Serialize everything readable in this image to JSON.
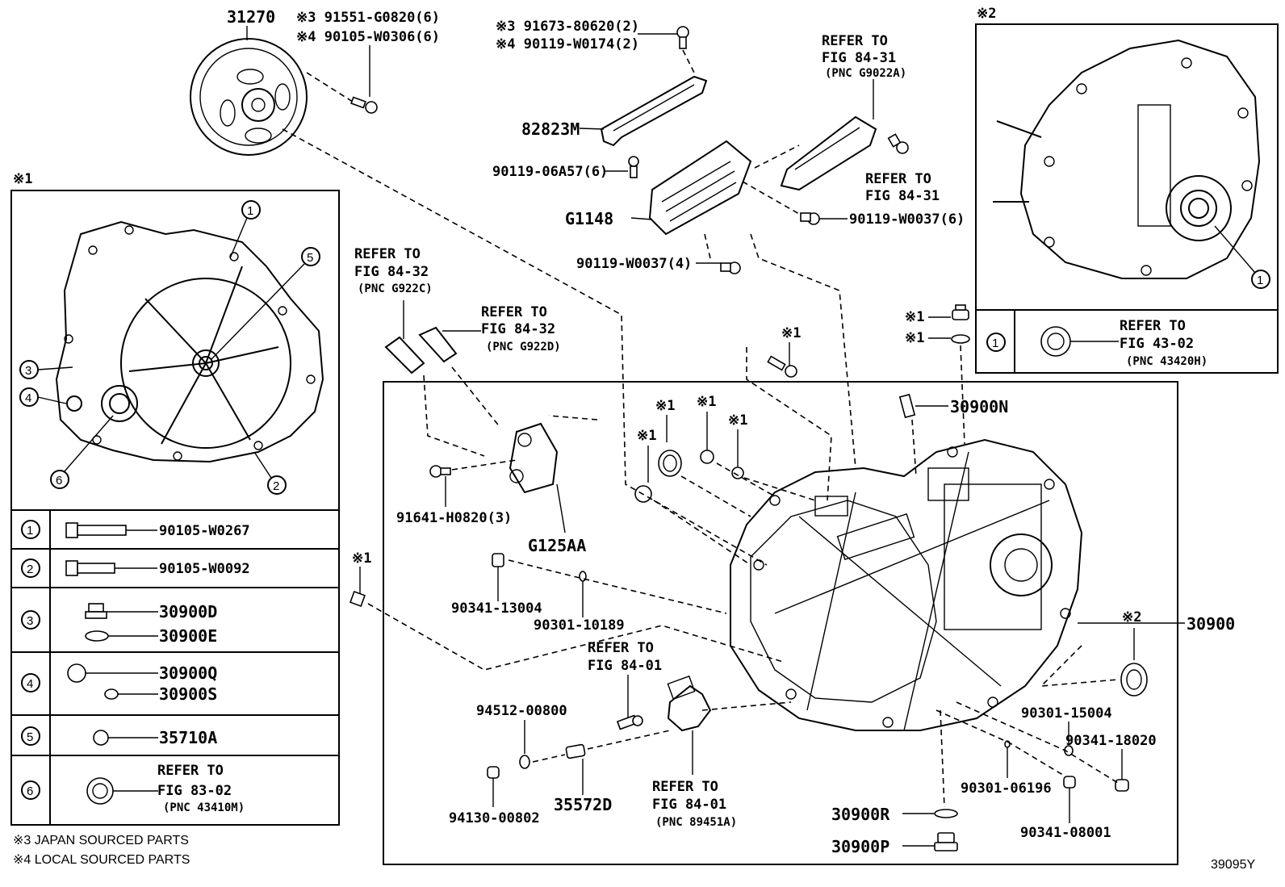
{
  "diagram": {
    "top_parts": {
      "flywheel_damper": "31270",
      "damper_bolt_note_3": "※3 91551-G0820(6)",
      "damper_bolt_note_4": "※4 90105-W0306(6)",
      "bracket_bolt_note_3": "※3 91673-80620(2)",
      "bracket_bolt_note_4": "※4 90119-W0174(2)",
      "bracket": "82823M",
      "bracket_bolt": "90119-06A57(6)",
      "control_unit": "G1148",
      "bolt_w0037_6": "90119-W0037(6)",
      "bolt_w0037_4": "90119-W0037(4)"
    },
    "refs": {
      "refer_84_31_a_line1": "REFER TO",
      "refer_84_31_a_line2": "FIG 84-31",
      "refer_84_31_a_pnc": "(PNC G9022A)",
      "refer_84_31_b_line1": "REFER TO",
      "refer_84_31_b_line2": "FIG 84-31",
      "refer_84_32_c_line1": "REFER TO",
      "refer_84_32_c_line2": "FIG 84-32",
      "refer_84_32_c_pnc": "(PNC G922C)",
      "refer_84_32_d_line1": "REFER TO",
      "refer_84_32_d_line2": "FIG 84-32",
      "refer_84_32_d_pnc": "(PNC G922D)",
      "refer_84_01_a_line1": "REFER TO",
      "refer_84_01_a_line2": "FIG 84-01",
      "refer_84_01_b_line1": "REFER TO",
      "refer_84_01_b_line2": "FIG 84-01",
      "refer_84_01_b_pnc": "(PNC 89451A)",
      "refer_43_02_line1": "REFER TO",
      "refer_43_02_line2": "FIG 43-02",
      "refer_43_02_pnc": "(PNC 43420H)",
      "refer_83_02_line1": "REFER TO",
      "refer_83_02_line2": "FIG 83-02",
      "refer_83_02_pnc": "(PNC 43410M)"
    },
    "main_parts": {
      "transaxle": "30900",
      "plug_n": "30900N",
      "gasket_r": "30900R",
      "plug_p": "30900P",
      "bolt_91641": "91641-H0820(3)",
      "cooler": "G125AA",
      "plug_90341_13004": "90341-13004",
      "oring_90301_10189": "90301-10189",
      "washer_94512": "94512-00800",
      "nut_94130": "94130-00802",
      "part_35572d": "35572D",
      "oring_90301_15004": "90301-15004",
      "plug_90341_18020": "90341-18020",
      "oring_90301_06196": "90301-06196",
      "plug_90341_08001": "90341-08001",
      "note_x1": "※1",
      "note_x2": "※2"
    },
    "box1": {
      "title": "※1",
      "rows": [
        {
          "num": "1",
          "parts": [
            "90105-W0267"
          ]
        },
        {
          "num": "2",
          "parts": [
            "90105-W0092"
          ]
        },
        {
          "num": "3",
          "parts": [
            "30900D",
            "30900E"
          ]
        },
        {
          "num": "4",
          "parts": [
            "30900Q",
            "30900S"
          ]
        },
        {
          "num": "5",
          "parts": [
            "35710A"
          ]
        },
        {
          "num": "6",
          "parts": [
            "REFER TO",
            "FIG 83-02",
            "(PNC 43410M)"
          ]
        }
      ],
      "callouts": [
        "1",
        "2",
        "3",
        "4",
        "5",
        "6"
      ]
    },
    "box2": {
      "title": "※2",
      "row_num": "1",
      "callout": "1"
    },
    "footnotes": {
      "note3": "※3 JAPAN SOURCED PARTS",
      "note4": "※4 LOCAL SOURCED PARTS"
    },
    "figure_id": "39095Y"
  }
}
